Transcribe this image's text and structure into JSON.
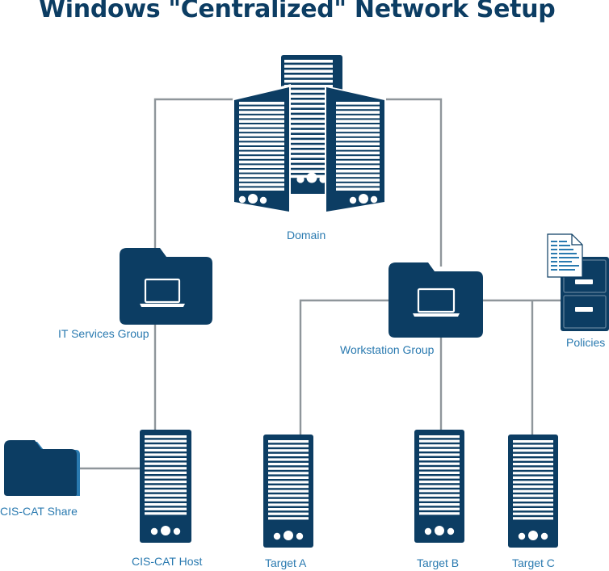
{
  "title": "Windows \"Centralized\" Network Setup",
  "colors": {
    "primary": "#0c3d63",
    "label": "#2a7ab0",
    "line": "#8f969b",
    "background": "#ffffff",
    "doc": "#2a7ab0"
  },
  "nodes": {
    "domain": {
      "label": "Domain",
      "icon": "server-cluster-icon"
    },
    "it_services": {
      "label": "IT Services Group",
      "icon": "folder-laptop-icon"
    },
    "workstation": {
      "label": "Workstation Group",
      "icon": "folder-laptop-icon"
    },
    "policies": {
      "label": "Policies",
      "icon": "filing-cabinet-document-icon"
    },
    "cis_cat_share": {
      "label": "CIS-CAT Share",
      "icon": "folder-icon"
    },
    "cis_cat_host": {
      "label": "CIS-CAT Host",
      "icon": "server-icon"
    },
    "target_a": {
      "label": "Target A",
      "icon": "server-icon"
    },
    "target_b": {
      "label": "Target B",
      "icon": "server-icon"
    },
    "target_c": {
      "label": "Target C",
      "icon": "server-icon"
    }
  },
  "connections": [
    {
      "from": "domain",
      "to": "it_services"
    },
    {
      "from": "domain",
      "to": "workstation"
    },
    {
      "from": "it_services",
      "to": "cis_cat_host"
    },
    {
      "from": "cis_cat_host",
      "to": "cis_cat_share"
    },
    {
      "from": "workstation",
      "to": "target_a"
    },
    {
      "from": "workstation",
      "to": "target_b"
    },
    {
      "from": "workstation",
      "to": "target_c"
    },
    {
      "from": "workstation",
      "to": "policies"
    }
  ]
}
